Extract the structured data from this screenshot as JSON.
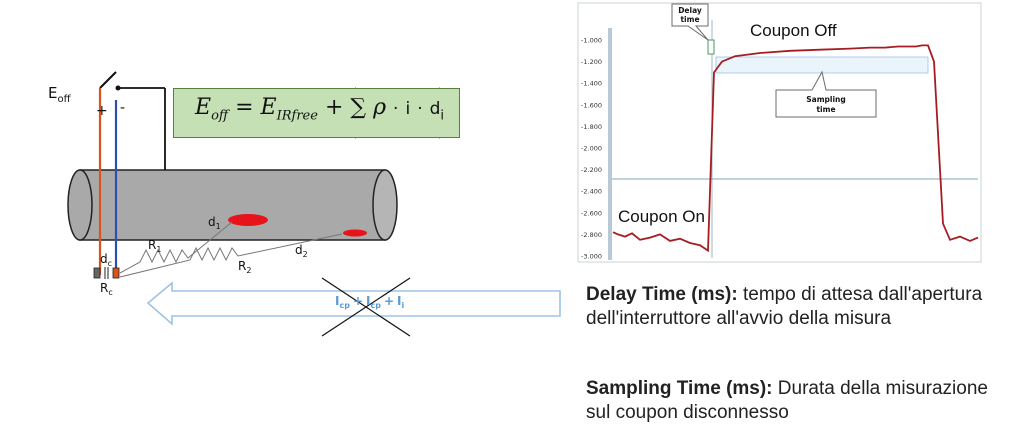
{
  "diagram": {
    "e_off_label": "E",
    "e_off_sub": "off",
    "plus": "+",
    "minus": "-",
    "formula": {
      "lhs": "E",
      "lhs_sub": "off",
      "eq": "=",
      "rhs": "E",
      "rhs_sub": "IRfree",
      "plus": "+",
      "sum": "∑",
      "rho": "ρ",
      "i": "i",
      "dot": "·",
      "d": "d",
      "d_sub": "i"
    },
    "d1": "d",
    "d1_sub": "1",
    "d2": "d",
    "d2_sub": "2",
    "r1": "R",
    "r1_sub": "1",
    "r2": "R",
    "r2_sub": "2",
    "dc": "d",
    "dc_sub": "c",
    "rc": "R",
    "rc_sub": "c",
    "current": {
      "i_cp": "I",
      "i_cp_sub": "cp",
      "plus1": "+",
      "i_mid": "I",
      "i_mid_sub": "cp",
      "plus2": "+",
      "i_i": "I",
      "i_i_sub": "i"
    },
    "colors": {
      "red_wire": "#d9531e",
      "blue_wire": "#2f4fb0",
      "pipe": "#a9a9a9",
      "defect": "#e8141c",
      "formula_bg": "#c5e0b4",
      "arrow": "#9dc3e6"
    }
  },
  "chart": {
    "delay_label": [
      "Delay",
      "time"
    ],
    "sampling_label": [
      "Sampling",
      "time"
    ],
    "coupon_off": "Coupon Off",
    "coupon_on": "Coupon On",
    "y_ticks": [
      "-1.000",
      "-1.200",
      "-1.400",
      "-1.600",
      "-1.800",
      "-2.000",
      "-2.200",
      "-2.400",
      "-2.600",
      "-2.800",
      "-3.000"
    ],
    "line_color": "#a51d22"
  },
  "chart_data": {
    "type": "line",
    "y_ticks": [
      -1.0,
      -1.2,
      -1.4,
      -1.6,
      -1.8,
      -2.0,
      -2.2,
      -2.4,
      -2.6,
      -2.8,
      -3.0
    ],
    "ylim": [
      -3.0,
      -1.0
    ],
    "series": [
      {
        "values": [
          -2.78,
          -2.8,
          -2.82,
          -2.79,
          -2.85,
          -2.83,
          -2.8,
          -2.86,
          -2.84,
          -2.88,
          -2.9,
          -2.95,
          -1.3,
          -1.2,
          -1.15,
          -1.12,
          -1.1,
          -1.09,
          -1.08,
          -1.07,
          -1.07,
          -1.06,
          -1.06,
          -1.06,
          -1.05,
          -1.05,
          -1.2,
          -2.7,
          -2.85,
          -2.82,
          -2.86,
          -2.83
        ]
      }
    ]
  },
  "text": {
    "delay_title": "Delay Time (ms):",
    "delay_body": " tempo di attesa dall'apertura dell'interruttore all'avvio della misura",
    "sampling_title": "Sampling Time (ms):",
    "sampling_body": " Durata della misurazione sul coupon disconnesso"
  }
}
